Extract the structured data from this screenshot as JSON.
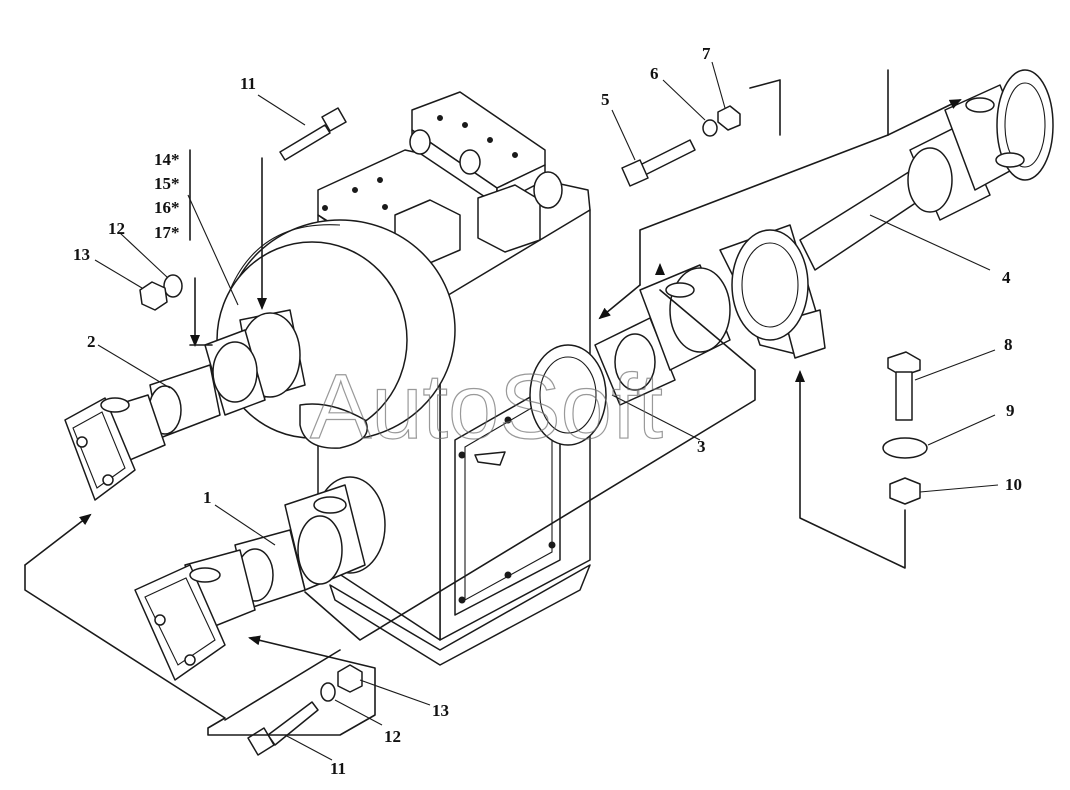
{
  "watermark": "AutoSoft",
  "labels": {
    "l1": "1",
    "l2": "2",
    "l3": "3",
    "l4": "4",
    "l5": "5",
    "l6": "6",
    "l7": "7",
    "l8": "8",
    "l9": "9",
    "l10": "10",
    "l11_top": "11",
    "l11_bottom": "11",
    "l12_left": "12",
    "l12_bottom": "12",
    "l13_left": "13",
    "l13_bottom": "13",
    "l14": "14*",
    "l15": "15*",
    "l16": "16*",
    "l17": "17*"
  }
}
